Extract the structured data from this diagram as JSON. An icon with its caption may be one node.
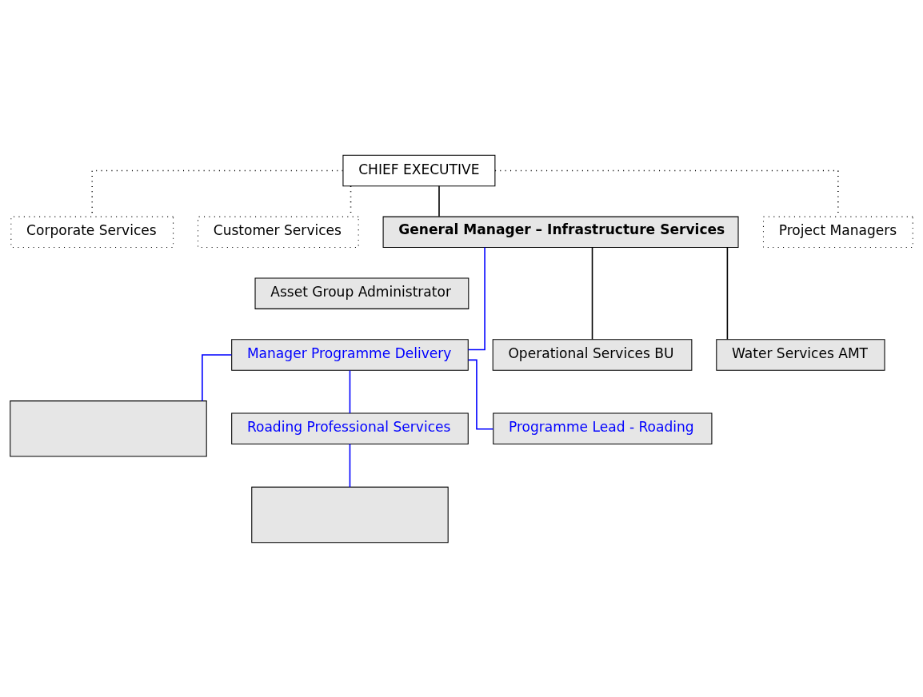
{
  "diagram": {
    "nodes": [
      {
        "text": [
          "CHIEF EXECUTIVE"
        ]
      },
      {
        "text": [
          "Corporate Services"
        ]
      },
      {
        "text": [
          "Customer Services"
        ]
      },
      {
        "text": [
          "General Manager – Infrastructure Services"
        ]
      },
      {
        "text": [
          "Project Managers"
        ]
      },
      {
        "text": [
          "Asset Group Administrator"
        ]
      },
      {
        "text": [
          "Operational Services BU"
        ]
      },
      {
        "text": [
          "Manager Programme Delivery"
        ]
      },
      {
        "text": [
          "Water Services AMT"
        ]
      },
      {
        "text": [],
        "shape": "box"
      },
      {
        "text": [
          "Roading Professional Services"
        ]
      },
      {
        "text": [
          "Programme Lead - Roading"
        ]
      },
      {
        "text": [],
        "shape": "box"
      }
    ],
    "edges": [
      {
        "from": 0,
        "to": 3,
        "arrow": "none"
      },
      {
        "from": 0,
        "to": 1,
        "arrow": "none",
        "style": "dashed"
      },
      {
        "from": 0,
        "to": 2,
        "arrow": "none",
        "style": "dashed"
      },
      {
        "from": 0,
        "to": 4,
        "arrow": "none",
        "style": "dashed"
      },
      {
        "from": 3,
        "to": 6,
        "arrow": "none"
      },
      {
        "from": 3,
        "to": 7,
        "arrow": "none",
        "color": "#0000ff"
      },
      {
        "from": 3,
        "to": 8,
        "arrow": "none"
      },
      {
        "from": 7,
        "to": 9,
        "arrow": "none",
        "color": "#0000ff"
      },
      {
        "from": 7,
        "to": 10,
        "arrow": "none",
        "color": "#0000ff"
      },
      {
        "from": 7,
        "to": 11,
        "arrow": "none",
        "color": "#0000ff"
      },
      {
        "from": 10,
        "to": 12,
        "arrow": "none",
        "color": "#0000ff"
      }
    ]
  }
}
